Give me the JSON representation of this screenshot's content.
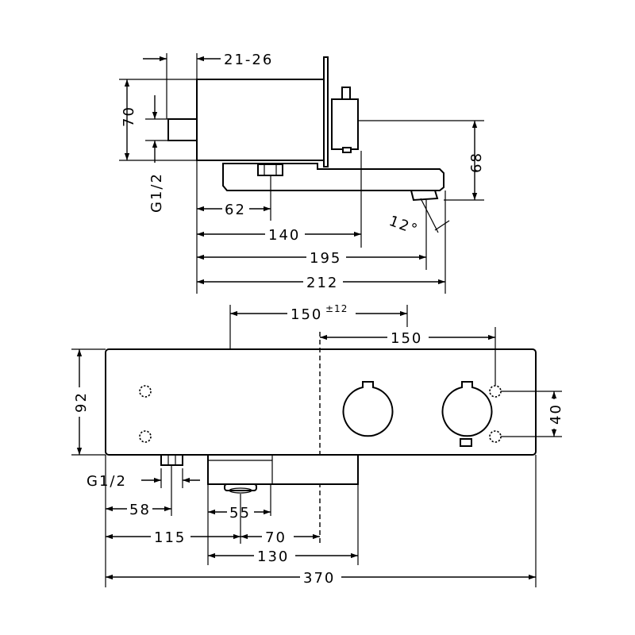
{
  "side_view": {
    "dim_wall_depth": "21-26",
    "dim_height": "70",
    "dim_thread": "G1/2",
    "dim_spout_height": "68",
    "dim_angle": "12°",
    "dim_62": "62",
    "dim_140": "140",
    "dim_195": "195",
    "dim_212": "212"
  },
  "front_view": {
    "dim_offset": "150",
    "dim_offset_tol": "±12",
    "dim_150": "150",
    "dim_92": "92",
    "dim_40": "40",
    "dim_thread": "G1/2",
    "dim_58": "58",
    "dim_55": "55",
    "dim_115": "115",
    "dim_70": "70",
    "dim_130": "130",
    "dim_370": "370"
  }
}
